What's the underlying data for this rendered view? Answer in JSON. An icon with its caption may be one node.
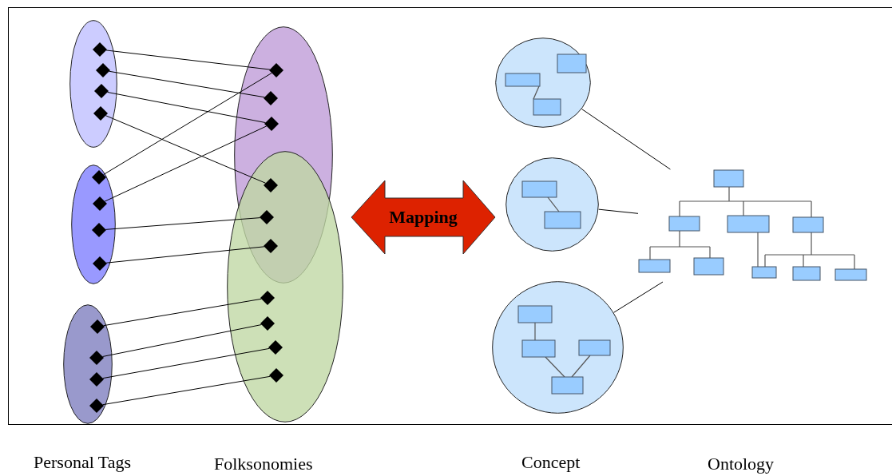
{
  "diagram": {
    "nodes": [
      {
        "text": [],
        "shape": "ellipse"
      },
      {
        "text": [],
        "shape": "diamond",
        "in": 0
      },
      {
        "text": [],
        "shape": "diamond",
        "in": 0
      },
      {
        "text": [],
        "shape": "diamond",
        "in": 0
      },
      {
        "text": [],
        "shape": "diamond",
        "in": 0
      },
      {
        "text": [],
        "shape": "ellipse"
      },
      {
        "text": [],
        "shape": "diamond",
        "in": 5
      },
      {
        "text": [],
        "shape": "diamond",
        "in": 5
      },
      {
        "text": [],
        "shape": "diamond",
        "in": 5
      },
      {
        "text": [],
        "shape": "diamond",
        "in": 5
      },
      {
        "text": [],
        "shape": "ellipse"
      },
      {
        "text": [],
        "shape": "diamond",
        "in": 10
      },
      {
        "text": [],
        "shape": "diamond",
        "in": 10
      },
      {
        "text": [],
        "shape": "diamond",
        "in": 10
      },
      {
        "text": [],
        "shape": "diamond",
        "in": 10
      },
      {
        "text": [],
        "shape": "ellipse"
      },
      {
        "text": [],
        "shape": "diamond",
        "in": 15
      },
      {
        "text": [],
        "shape": "diamond",
        "in": 15
      },
      {
        "text": [],
        "shape": "diamond",
        "in": 15
      },
      {
        "text": [],
        "shape": "diamond"
      },
      {
        "text": [],
        "shape": "diamond"
      },
      {
        "text": [],
        "shape": "diamond"
      },
      {
        "text": [],
        "shape": "ellipse"
      },
      {
        "text": [],
        "shape": "diamond",
        "in": 22
      },
      {
        "text": [],
        "shape": "diamond",
        "in": 22
      },
      {
        "text": [],
        "shape": "diamond",
        "in": 22
      },
      {
        "text": [],
        "shape": "diamond",
        "in": 22
      },
      {
        "text": [
          "Mapping"
        ]
      },
      {
        "text": [],
        "shape": "circle"
      },
      {
        "text": [],
        "shape": "circle"
      },
      {
        "text": [],
        "shape": "circle"
      },
      {
        "text": [],
        "shape": "picture"
      }
    ],
    "edges": [
      {
        "from": 1,
        "to": 16,
        "arrow": "none"
      },
      {
        "from": 2,
        "to": 17,
        "arrow": "none"
      },
      {
        "from": 3,
        "to": 18,
        "arrow": "none"
      },
      {
        "from": 4,
        "to": 19,
        "arrow": "none"
      },
      {
        "from": 6,
        "to": 16,
        "arrow": "none"
      },
      {
        "from": 7,
        "to": 18,
        "arrow": "none"
      },
      {
        "from": 8,
        "to": 20,
        "arrow": "none"
      },
      {
        "from": 9,
        "to": 21,
        "arrow": "none"
      },
      {
        "from": 11,
        "to": 23,
        "arrow": "none"
      },
      {
        "from": 12,
        "to": 24,
        "arrow": "none"
      },
      {
        "from": 13,
        "to": 25,
        "arrow": "none"
      },
      {
        "from": 14,
        "to": 26,
        "arrow": "none"
      },
      {
        "from": 28,
        "to": 31,
        "arrow": "none"
      },
      {
        "from": 29,
        "to": 31,
        "arrow": "none"
      },
      {
        "from": 30,
        "to": 31,
        "arrow": "none"
      }
    ],
    "labels": [
      "Personal Tags",
      "Folksonomies",
      "Concept",
      "Ontology"
    ]
  }
}
